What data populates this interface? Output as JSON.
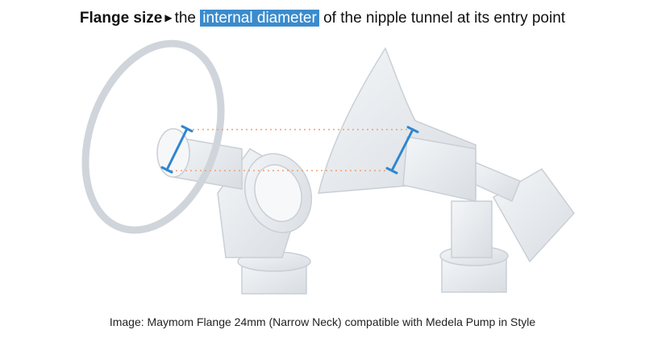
{
  "title": {
    "label": "Flange size",
    "arrow_icon": "triangle-right",
    "prefix": "the",
    "highlight": "internal diameter",
    "suffix": "of the nipple tunnel at its entry point"
  },
  "caption": "Image: Maymom Flange 24mm (Narrow Neck) compatible with Medela Pump in Style",
  "colors": {
    "highlight": "#3a8bcd",
    "measure": "#2f86d0",
    "guide": "#f0a070"
  }
}
